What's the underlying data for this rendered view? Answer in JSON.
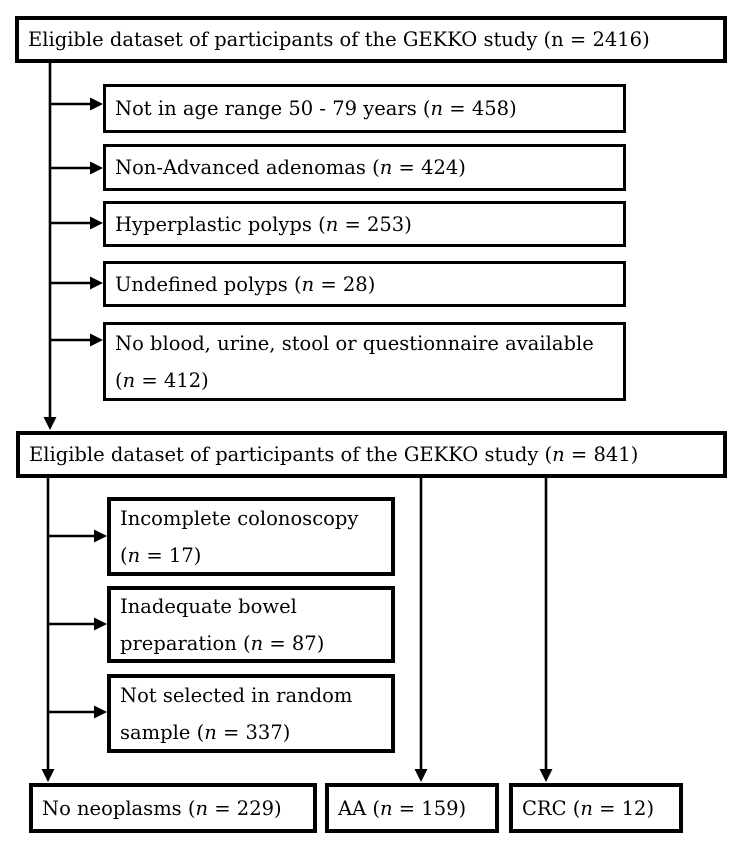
{
  "flow": {
    "top_box": {
      "text": "Eligible dataset of participants of the GEKKO study (n = 2416)"
    },
    "stage1_exclusions": [
      {
        "pre": "Not in age range 50 - 79 years (",
        "n": "n",
        "post": " = 458)"
      },
      {
        "pre": "Non-Advanced adenomas (",
        "n": "n",
        "post": " = 424)"
      },
      {
        "pre": "Hyperplastic polyps (",
        "n": "n",
        "post": " = 253)"
      },
      {
        "pre": "Undefined polyps (",
        "n": "n",
        "post": " = 28)"
      },
      {
        "line1": "No blood, urine, stool or questionnaire available",
        "pre": "(",
        "n": "n",
        "post": " = 412)"
      }
    ],
    "mid_box": {
      "pre": "Eligible dataset of participants of the GEKKO study (",
      "n": "n",
      "post": " = 841)"
    },
    "stage2_exclusions": [
      {
        "line1": "Incomplete colonoscopy",
        "pre": "(",
        "n": "n",
        "post": " = 17)"
      },
      {
        "line1": "Inadequate bowel",
        "pre": "preparation (",
        "n": "n",
        "post": " = 87)"
      },
      {
        "line1": "Not selected in random",
        "pre": "sample (",
        "n": "n",
        "post": " = 337)"
      }
    ],
    "outcomes": [
      {
        "pre": "No neoplasms (",
        "n": "n",
        "post": " = 229)"
      },
      {
        "pre": "AA (",
        "n": "n",
        "post": " = 159)"
      },
      {
        "pre": "CRC (",
        "n": "n",
        "post": " = 12)"
      }
    ],
    "colors": {
      "line": "#000000",
      "background": "#ffffff"
    }
  }
}
